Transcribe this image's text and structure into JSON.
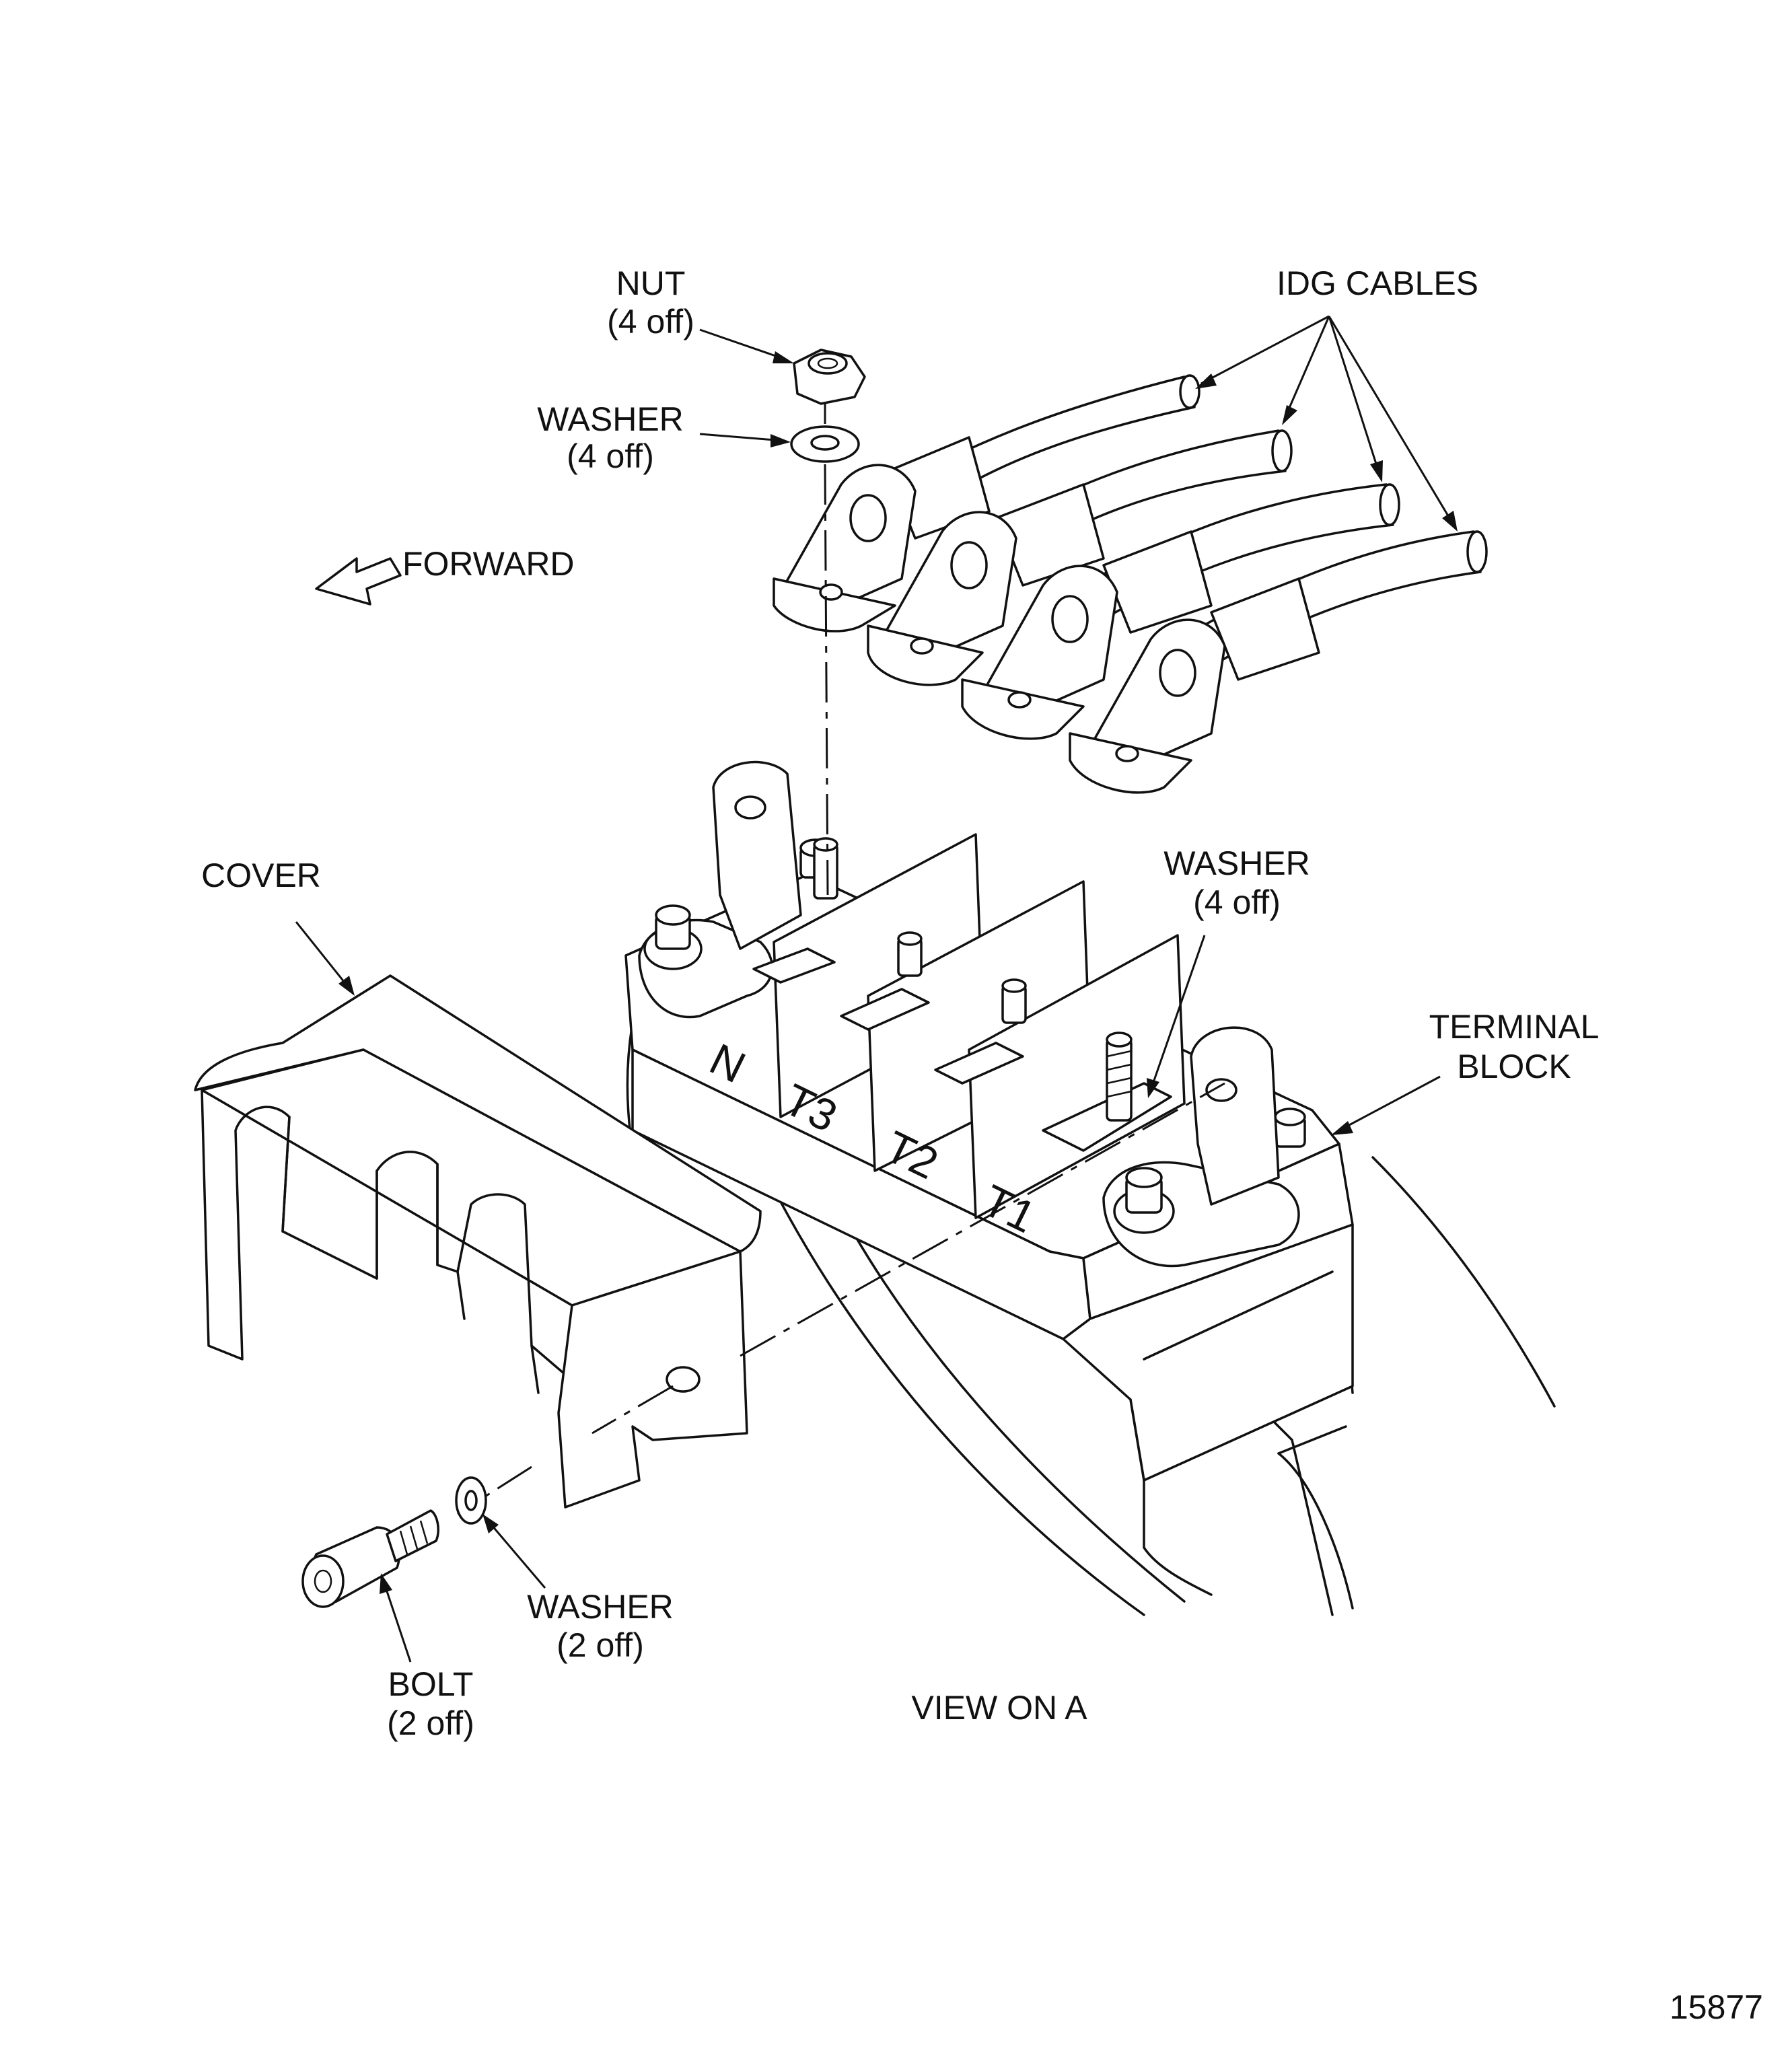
{
  "labels": {
    "nut": "NUT",
    "nut_qty": "(4 off)",
    "washer_top": "WASHER",
    "washer_top_qty": "(4 off)",
    "idg_cables": "IDG CABLES",
    "forward": "FORWARD",
    "cover": "COVER",
    "washer_right": "WASHER",
    "washer_right_qty": "(4 off)",
    "terminal_block_1": "TERMINAL",
    "terminal_block_2": "BLOCK",
    "washer_bottom": "WASHER",
    "washer_bottom_qty": "(2 off)",
    "bolt": "BOLT",
    "bolt_qty": "(2 off)",
    "view": "VIEW ON A",
    "figure_number": "15877"
  },
  "terminals": {
    "n": "N",
    "t3": "T3",
    "t2": "T2",
    "t1": "T1"
  },
  "icons": {
    "forward_arrow": "forward-arrow-icon"
  }
}
